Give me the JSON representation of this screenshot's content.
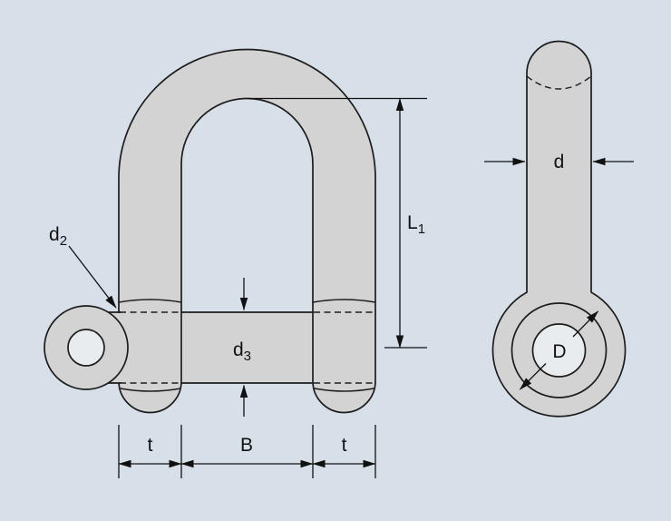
{
  "diagram": {
    "type": "technical-drawing",
    "subject": "shackle with pin, front and side views with dimension callouts",
    "colors": {
      "background": "#d7e0e9",
      "part_fill": "#d3d3d3",
      "hole_fill": "#e9ecee",
      "outline": "#1c1c1c",
      "dimension_lines": "#111111"
    },
    "labels": {
      "d2": {
        "base": "d",
        "sub": "2"
      },
      "d3": {
        "base": "d",
        "sub": "3"
      },
      "L1": {
        "base": "L",
        "sub": "1"
      },
      "t_left": "t",
      "B": "B",
      "t_right": "t",
      "d": "d",
      "D": "D"
    }
  }
}
